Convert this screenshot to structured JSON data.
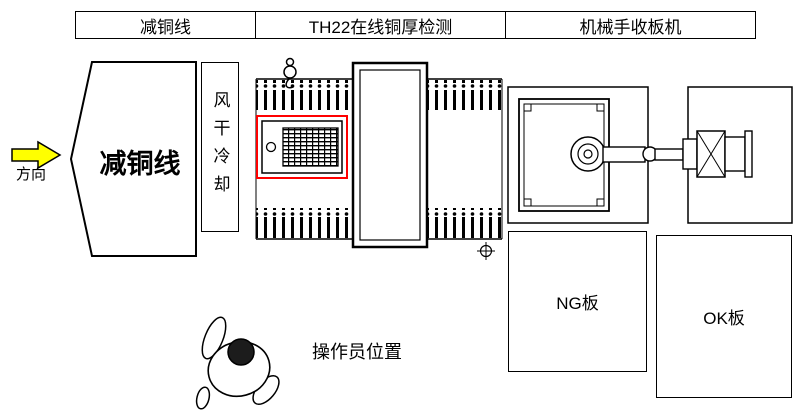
{
  "header": {
    "cells": [
      "减铜线",
      "TH22在线铜厚检测",
      "机械手收板机"
    ]
  },
  "flow": {
    "direction_label": "方向",
    "source_line_label": "减铜线",
    "cooling_label": "风干冷却"
  },
  "output": {
    "ng_label": "NG板",
    "ok_label": "OK板"
  },
  "operator": {
    "label": "操作员位置"
  },
  "icons": {
    "direction_arrow": "right-arrow-icon",
    "hoist": "hoist-hook-icon",
    "datum": "datum-cross-icon"
  },
  "colors": {
    "line": "#000000",
    "background": "#ffffff",
    "detector_highlight": "#ff0000",
    "direction_arrow_fill": "#ffff00"
  }
}
